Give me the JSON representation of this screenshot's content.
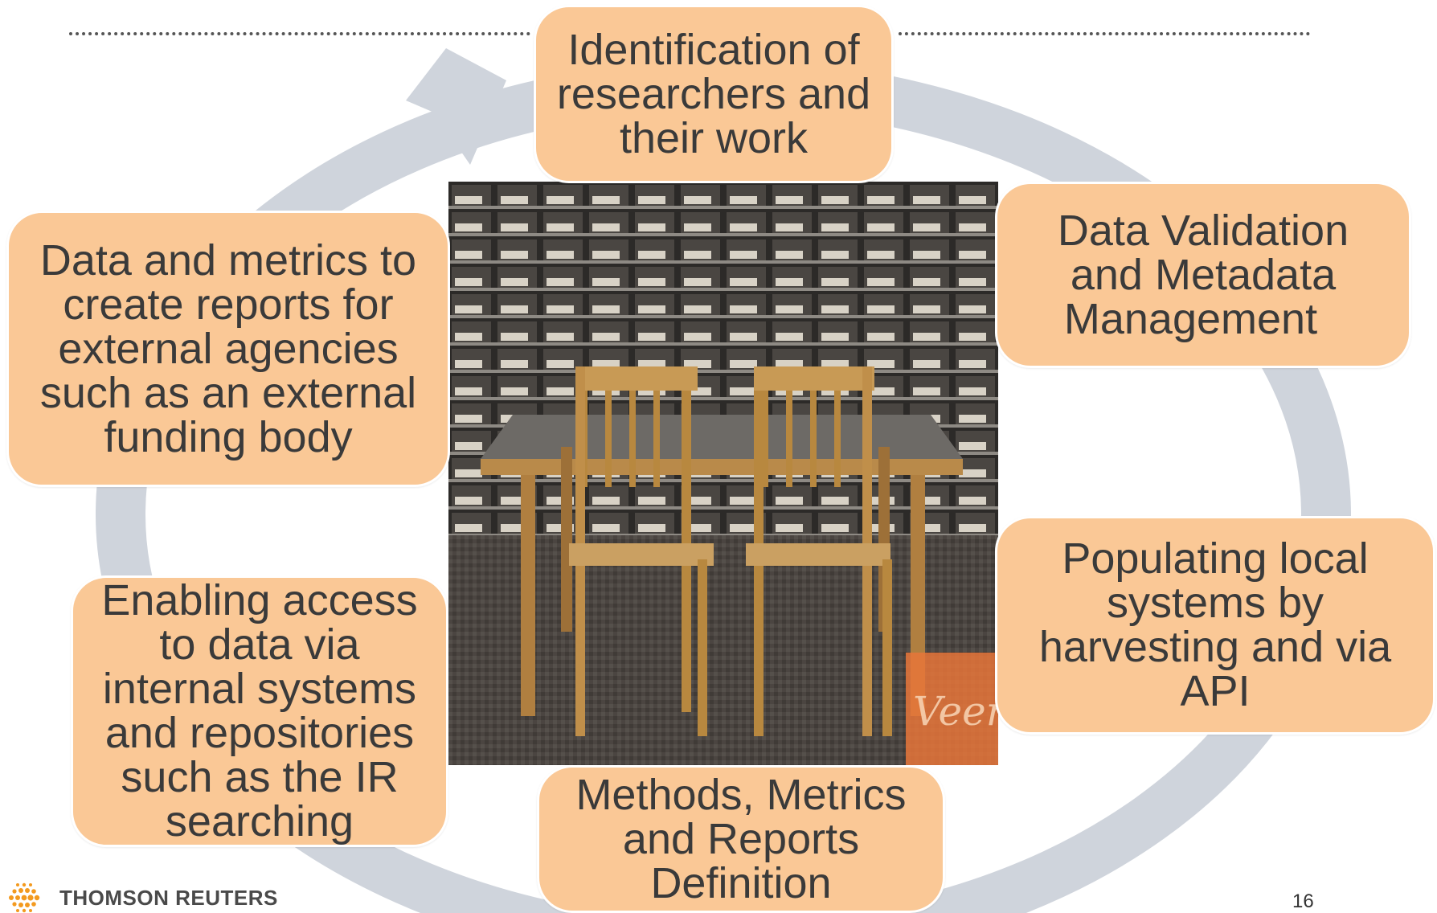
{
  "colors": {
    "box_fill": "#fac896",
    "arrow": "#cfd4dc",
    "text": "#3a3a3a",
    "brand_orange": "#f39a1f"
  },
  "cycle_steps": [
    {
      "id": "identification",
      "lines": [
        "Identification of",
        "researchers and",
        "their work"
      ]
    },
    {
      "id": "validation",
      "lines": [
        "Data Validation",
        "and Metadata",
        "Management"
      ]
    },
    {
      "id": "populating",
      "lines": [
        "Populating local",
        "systems by",
        "harvesting and via",
        "API"
      ]
    },
    {
      "id": "methods",
      "lines": [
        "Methods, Metrics",
        "and Reports",
        "Definition"
      ]
    },
    {
      "id": "enabling",
      "lines": [
        "Enabling access",
        "to  data via",
        "internal systems",
        "and repositories",
        "such as the IR",
        "searching"
      ]
    },
    {
      "id": "reports",
      "lines": [
        "Data and metrics to",
        "create reports for",
        "external agencies",
        "such as an external",
        "funding body"
      ]
    }
  ],
  "photo": {
    "watermark": "Veer"
  },
  "footer": {
    "brand_logo": "thomson-reuters-logo",
    "brand_name": "THOMSON REUTERS",
    "page_number": "16"
  }
}
